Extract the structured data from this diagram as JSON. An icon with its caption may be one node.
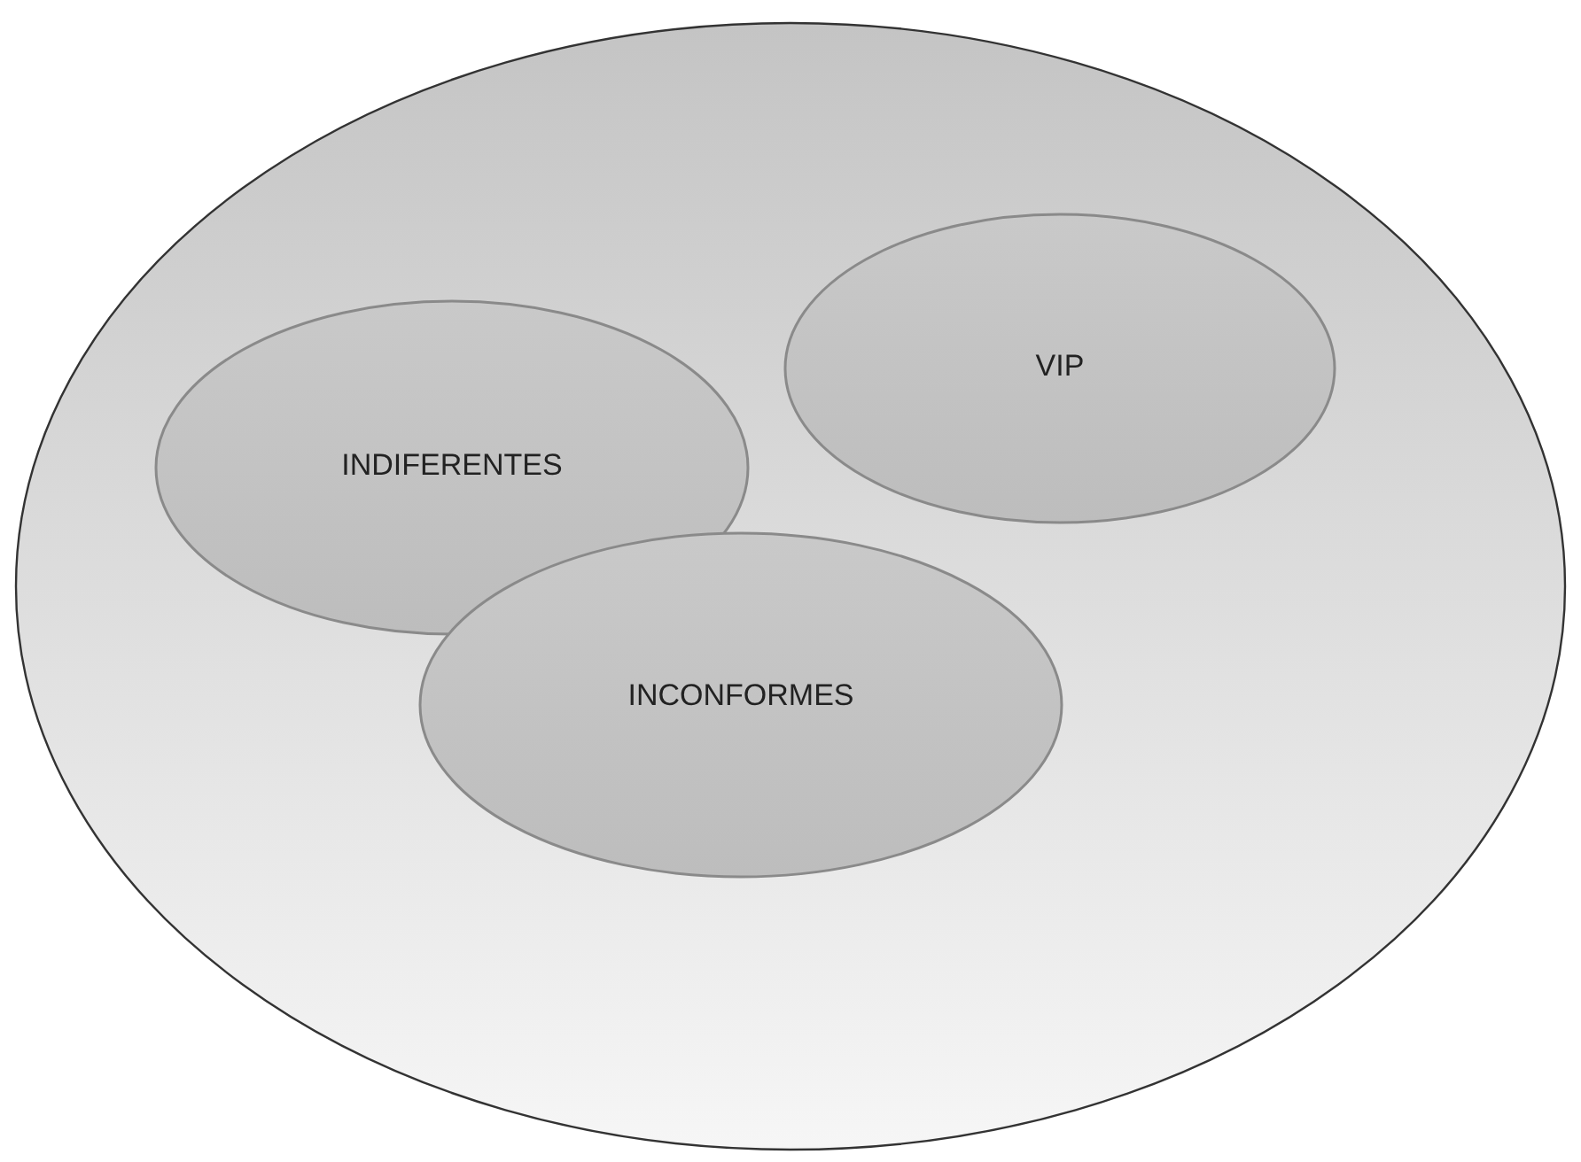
{
  "diagram": {
    "nodes": [
      {
        "text": [],
        "shape": "ellipse"
      },
      {
        "text": [
          "INDIFERENTES"
        ],
        "in": 0
      },
      {
        "text": [
          "VIP"
        ],
        "in": 0
      },
      {
        "text": [
          "INCONFORMES"
        ],
        "in": 0
      }
    ]
  }
}
